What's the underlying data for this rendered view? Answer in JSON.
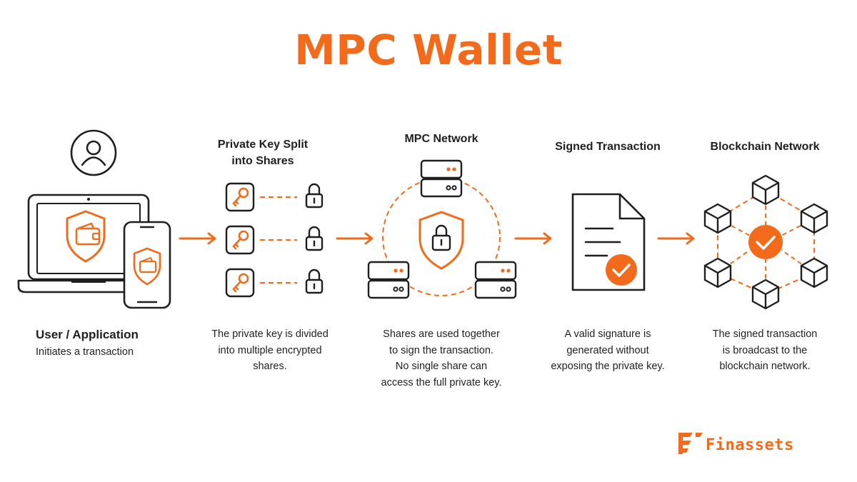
{
  "title": "MPC Wallet",
  "colors": {
    "accent": "#f26a1b",
    "ink": "#1f1f1f",
    "background": "#ffffff"
  },
  "stages": [
    {
      "id": "user",
      "title": "User / Application",
      "description": [
        "Initiates a transaction"
      ],
      "icons": [
        "user-icon",
        "laptop-icon",
        "phone-icon",
        "wallet-shield-icon"
      ]
    },
    {
      "id": "split",
      "title_lines": [
        "Private Key Split",
        "into Shares"
      ],
      "description": [
        "The private key is divided",
        "into multiple encrypted",
        "shares."
      ],
      "icons": [
        "key-icon",
        "lock-icon"
      ]
    },
    {
      "id": "mpc",
      "title": "MPC Network",
      "description": [
        "Shares are used together",
        "to sign the transaction.",
        "No single share can",
        "access the full private key."
      ],
      "icons": [
        "server-icon",
        "shield-lock-icon"
      ]
    },
    {
      "id": "signed",
      "title": "Signed Transaction",
      "description": [
        "A valid signature is",
        "generated without",
        "exposing the private key."
      ],
      "icons": [
        "document-icon",
        "check-icon"
      ]
    },
    {
      "id": "blockchain",
      "title": "Blockchain Network",
      "description": [
        "The signed transaction",
        "is broadcast to the",
        "blockchain network."
      ],
      "icons": [
        "cube-icon",
        "check-icon"
      ]
    }
  ],
  "brand": {
    "name": "Finassets",
    "icon": "finassets-logo-icon"
  }
}
